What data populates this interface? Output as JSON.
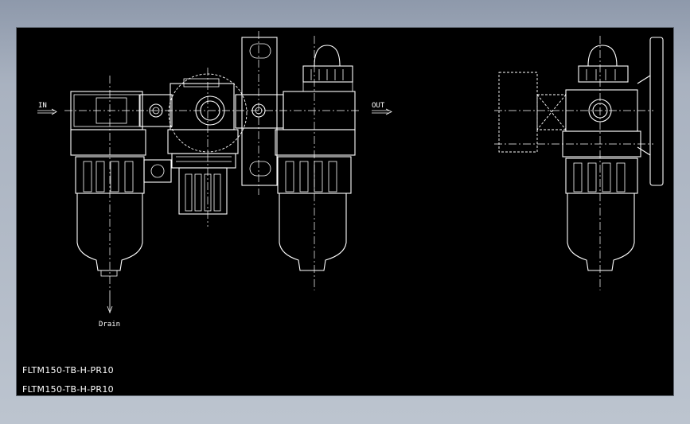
{
  "drawing": {
    "in_label": "IN",
    "out_label": "OUT",
    "drain_label": "Drain"
  },
  "part_numbers": [
    "FLTM150-TB-H-PR10",
    "FLTM150-TB-H-PR10"
  ],
  "colors": {
    "background": "#000000",
    "lines": "#ffffff",
    "chrome": "#a4adbb"
  }
}
